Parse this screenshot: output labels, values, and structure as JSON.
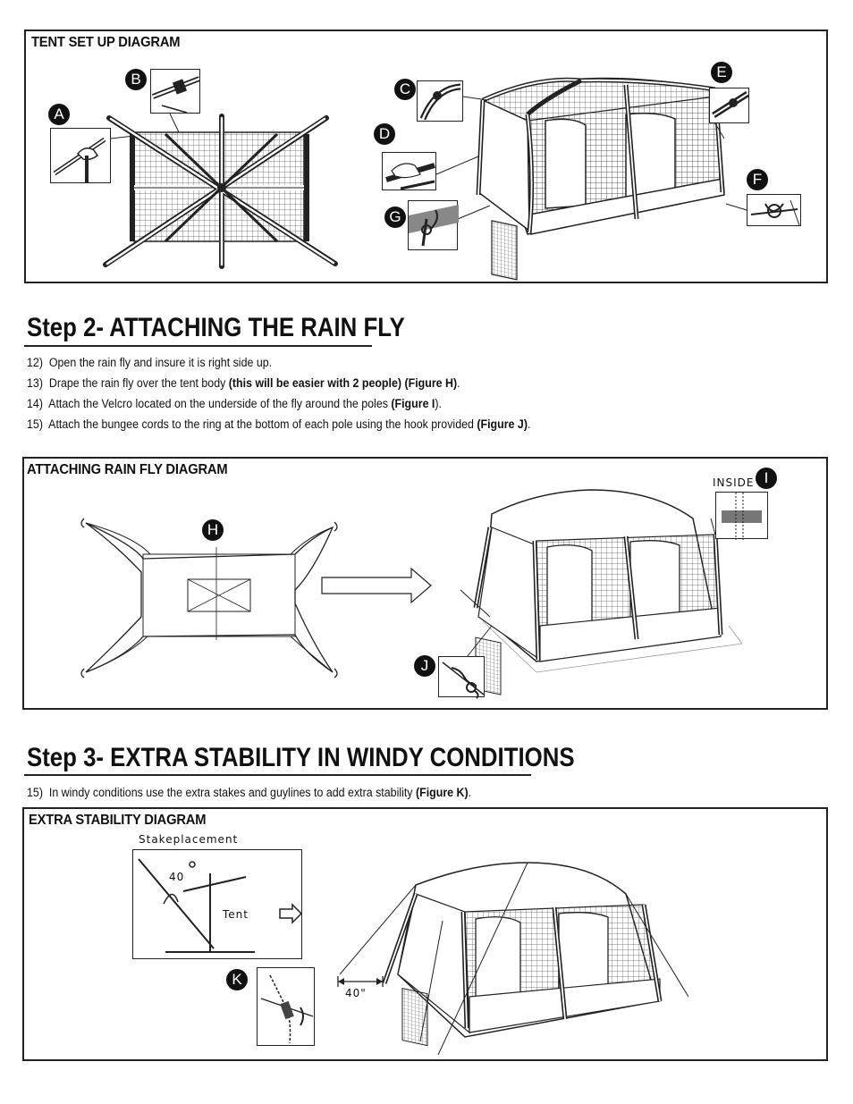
{
  "setup_diagram": {
    "title": "TENT SET UP DIAGRAM",
    "badges": [
      "A",
      "B",
      "C",
      "D",
      "E",
      "F",
      "G"
    ]
  },
  "step2": {
    "title": "Step 2- ATTACHING THE RAIN FLY",
    "instructions": [
      {
        "num": "12)",
        "text": "Open the rain fly and insure it is right side up.",
        "bold": "",
        "tail": ""
      },
      {
        "num": "13)",
        "text": "Drape the rain fly over the tent body ",
        "bold": "(this will be easier with 2 people) (Figure H)",
        "tail": "."
      },
      {
        "num": "14)",
        "text": "Attach the Velcro located on the underside of the fly around the poles ",
        "bold": "(Figure I",
        "tail": ")."
      },
      {
        "num": "15)",
        "text": "Attach the bungee cords to the ring at the bottom of each pole using the hook provided ",
        "bold": "(Figure J)",
        "tail": "."
      }
    ]
  },
  "rainfly_diagram": {
    "title": "ATTACHING RAIN FLY DIAGRAM",
    "inside_label": "INSIDE",
    "badges": [
      "H",
      "I",
      "J"
    ]
  },
  "step3": {
    "title": "Step 3- EXTRA STABILITY IN WINDY CONDITIONS",
    "instructions": [
      {
        "num": "15)",
        "text": "In windy conditions use the extra stakes and guylines to add extra stability ",
        "bold": "(Figure K)",
        "tail": "."
      }
    ]
  },
  "stability_diagram": {
    "title": "EXTRA STABILITY DIAGRAM",
    "stake_label": "Stakeplacement",
    "angle_label": "40",
    "tent_label": "Tent",
    "distance_label": "40\"",
    "badges": [
      "K"
    ]
  }
}
